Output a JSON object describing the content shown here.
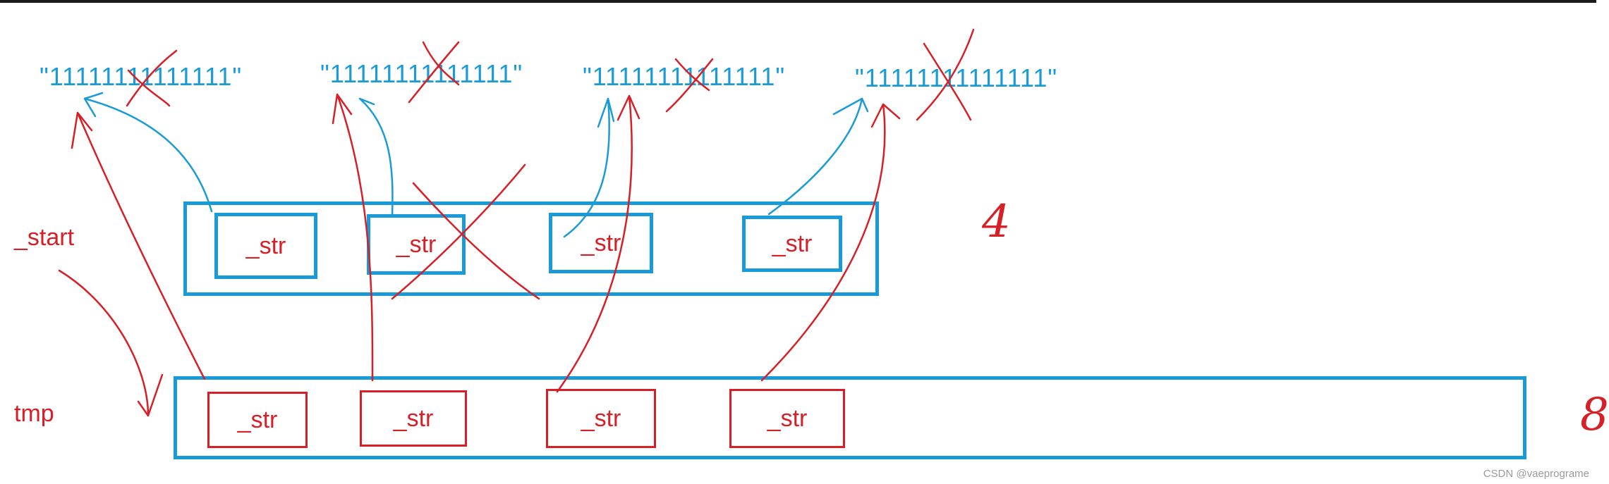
{
  "strings": [
    "\"11111111111111\"",
    "\"11111111111111\"",
    "\"11111111111111\"",
    "\"11111111111111\""
  ],
  "rows": {
    "start_label": "_start",
    "tmp_label": "tmp"
  },
  "start_cells": [
    "_str",
    "_str",
    "_str",
    "_str"
  ],
  "tmp_cells": [
    "_str",
    "_str",
    "_str",
    "_str"
  ],
  "notes": {
    "capacity_old": "4",
    "capacity_new": "8"
  },
  "watermark": "CSDN @vaeprograme",
  "colors": {
    "blue": "#1a9bd7",
    "red": "#d61f26"
  }
}
